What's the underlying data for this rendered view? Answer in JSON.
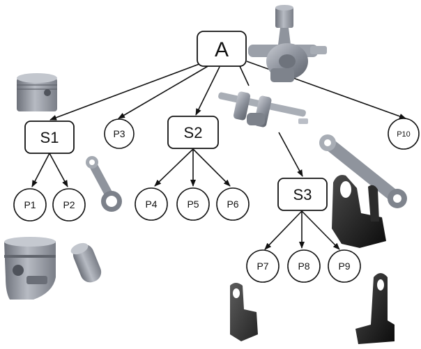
{
  "nodes": {
    "A": "A",
    "S1": "S1",
    "S2": "S2",
    "S3": "S3",
    "P1": "P1",
    "P2": "P2",
    "P3": "P3",
    "P4": "P4",
    "P5": "P5",
    "P6": "P6",
    "P7": "P7",
    "P8": "P8",
    "P9": "P9",
    "P10": "P10"
  },
  "colors": {
    "line": "#111111",
    "part_gray": "#9aa0ab",
    "part_dark": "#1c1c1c"
  }
}
